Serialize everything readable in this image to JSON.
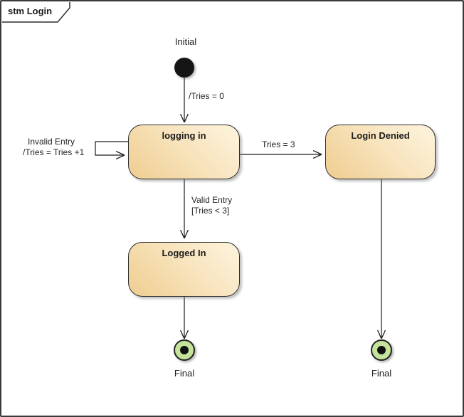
{
  "frame": {
    "title": "stm Login"
  },
  "colors": {
    "state_fill_light": "#FDF4DE",
    "state_fill_dark": "#EFCD90",
    "state_border": "#2e2e2e",
    "final_fill": "#C6E39B",
    "initial_fill": "#151515",
    "line": "#1a1a1a",
    "frame_border": "#3a3a3a"
  },
  "nodes": {
    "initial": {
      "label": "Initial"
    },
    "states": [
      {
        "id": "logging-in",
        "label": "logging in"
      },
      {
        "id": "login-denied",
        "label": "Login Denied"
      },
      {
        "id": "logged-in",
        "label": "Logged In"
      }
    ],
    "finals": [
      {
        "label": "Final"
      },
      {
        "label": "Final"
      }
    ]
  },
  "transitions": {
    "initial_to_logging_in": {
      "label": "/Tries = 0"
    },
    "self_loop": {
      "trigger": "Invalid Entry",
      "action": "/Tries = Tries +1"
    },
    "logging_in_to_login_denied": {
      "label": "Tries = 3"
    },
    "logging_in_to_logged_in": {
      "trigger": "Valid Entry",
      "guard": "[Tries &lt; 3]"
    }
  }
}
